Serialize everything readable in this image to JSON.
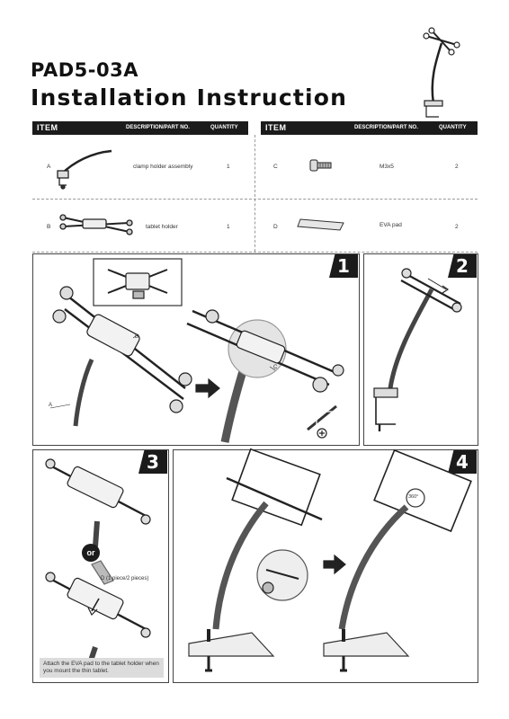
{
  "header": {
    "model": "PAD5-03A",
    "title": "Installation Instruction"
  },
  "table": {
    "columns": {
      "item": "ITEM",
      "desc": "DESCRIPTION/PART NO.",
      "qty": "QUANTITY"
    },
    "rows": [
      {
        "letter": "A",
        "desc": "clamp holder assembly",
        "qty": "1"
      },
      {
        "letter": "B",
        "desc": "tablet holder",
        "qty": "1"
      },
      {
        "letter": "C",
        "desc": "M3x5",
        "qty": "2"
      },
      {
        "letter": "D",
        "desc": "EVA pad",
        "qty": "2"
      }
    ]
  },
  "steps": {
    "s1": {
      "num": "1",
      "label_a": "A",
      "label_b": "B",
      "label_c": "C"
    },
    "s2": {
      "num": "2"
    },
    "s3": {
      "num": "3",
      "or": "or",
      "label_d": "D (1 piece/2 pieces)",
      "note": "Attach the EVA pad to the tablet holder when you mount the thin tablet."
    },
    "s4": {
      "num": "4",
      "rotate": "360°"
    }
  }
}
